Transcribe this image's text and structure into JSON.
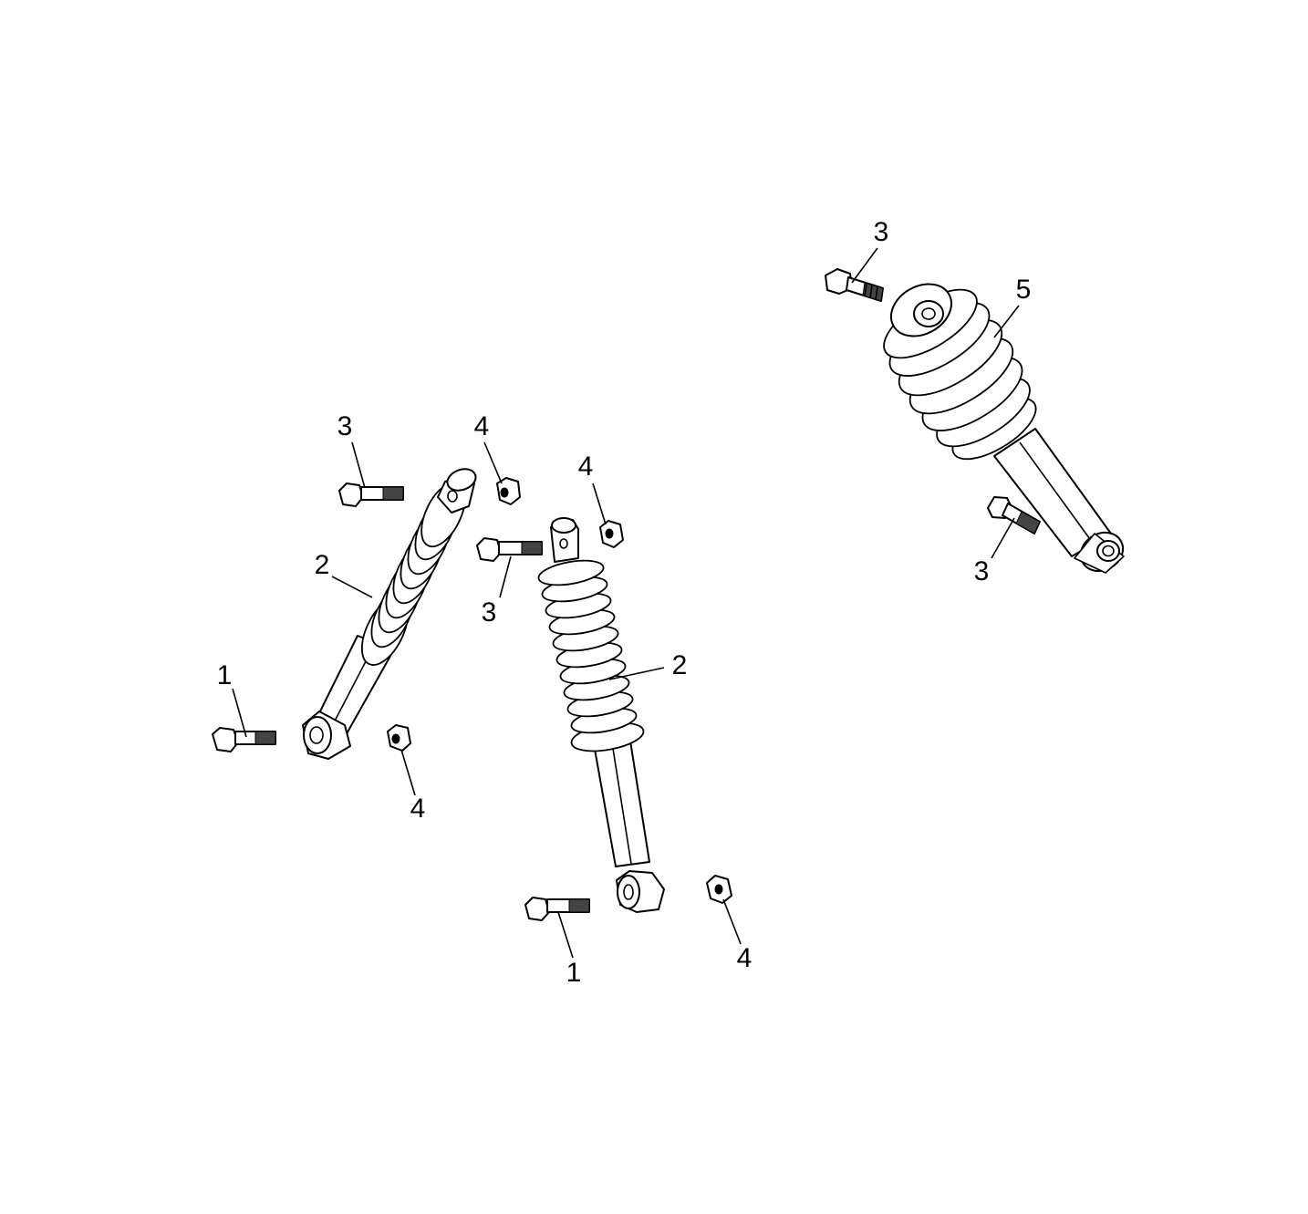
{
  "callouts": [
    {
      "id": "c1",
      "text": "3"
    },
    {
      "id": "c2",
      "text": "5"
    },
    {
      "id": "c3",
      "text": "3"
    },
    {
      "id": "c4",
      "text": "3"
    },
    {
      "id": "c5",
      "text": "4"
    },
    {
      "id": "c6",
      "text": "4"
    },
    {
      "id": "c7",
      "text": "2"
    },
    {
      "id": "c8",
      "text": "3"
    },
    {
      "id": "c9",
      "text": "1"
    },
    {
      "id": "c10",
      "text": "2"
    },
    {
      "id": "c11",
      "text": "4"
    },
    {
      "id": "c12",
      "text": "1"
    },
    {
      "id": "c13",
      "text": "4"
    }
  ]
}
